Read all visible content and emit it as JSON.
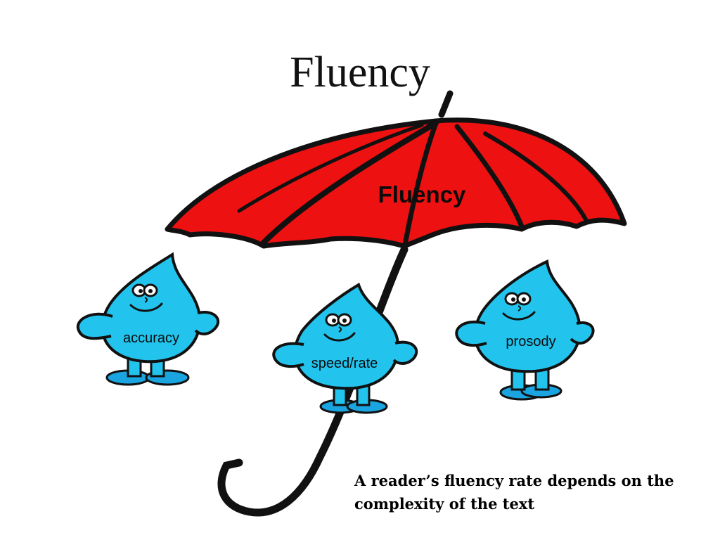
{
  "slide": {
    "title": "Fluency",
    "umbrella_label": "Fluency",
    "drops": [
      {
        "label": "accuracy"
      },
      {
        "label": "speed/rate"
      },
      {
        "label": "prosody"
      }
    ],
    "caption": "A reader’s fluency rate depends on the complexity of the text",
    "colors": {
      "umbrella": "#ee1111",
      "drop": "#22c4ee",
      "outline": "#111111"
    }
  }
}
